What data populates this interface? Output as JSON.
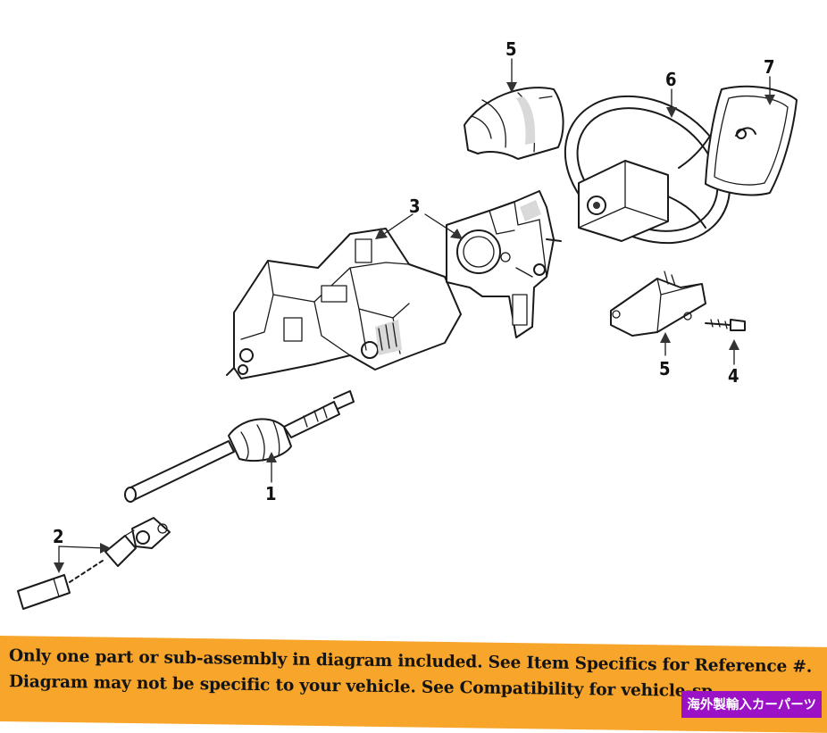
{
  "callouts": {
    "c1": "1",
    "c2": "2",
    "c3": "3",
    "c4": "4",
    "c5_top": "5",
    "c5_bottom": "5",
    "c6": "6",
    "c7": "7"
  },
  "disclaimer": {
    "line1": "Only one part or sub-assembly in diagram included. See Item Specifics for Reference #.",
    "line2": "Diagram may not be specific to your vehicle. See Compatibility for vehicle-sp"
  },
  "seller_tag": "海外製輸入カーパーツ",
  "colors": {
    "banner": "#f7a52b",
    "seller_tag": "#9b12c6",
    "line_art": "#1a1a1a"
  }
}
